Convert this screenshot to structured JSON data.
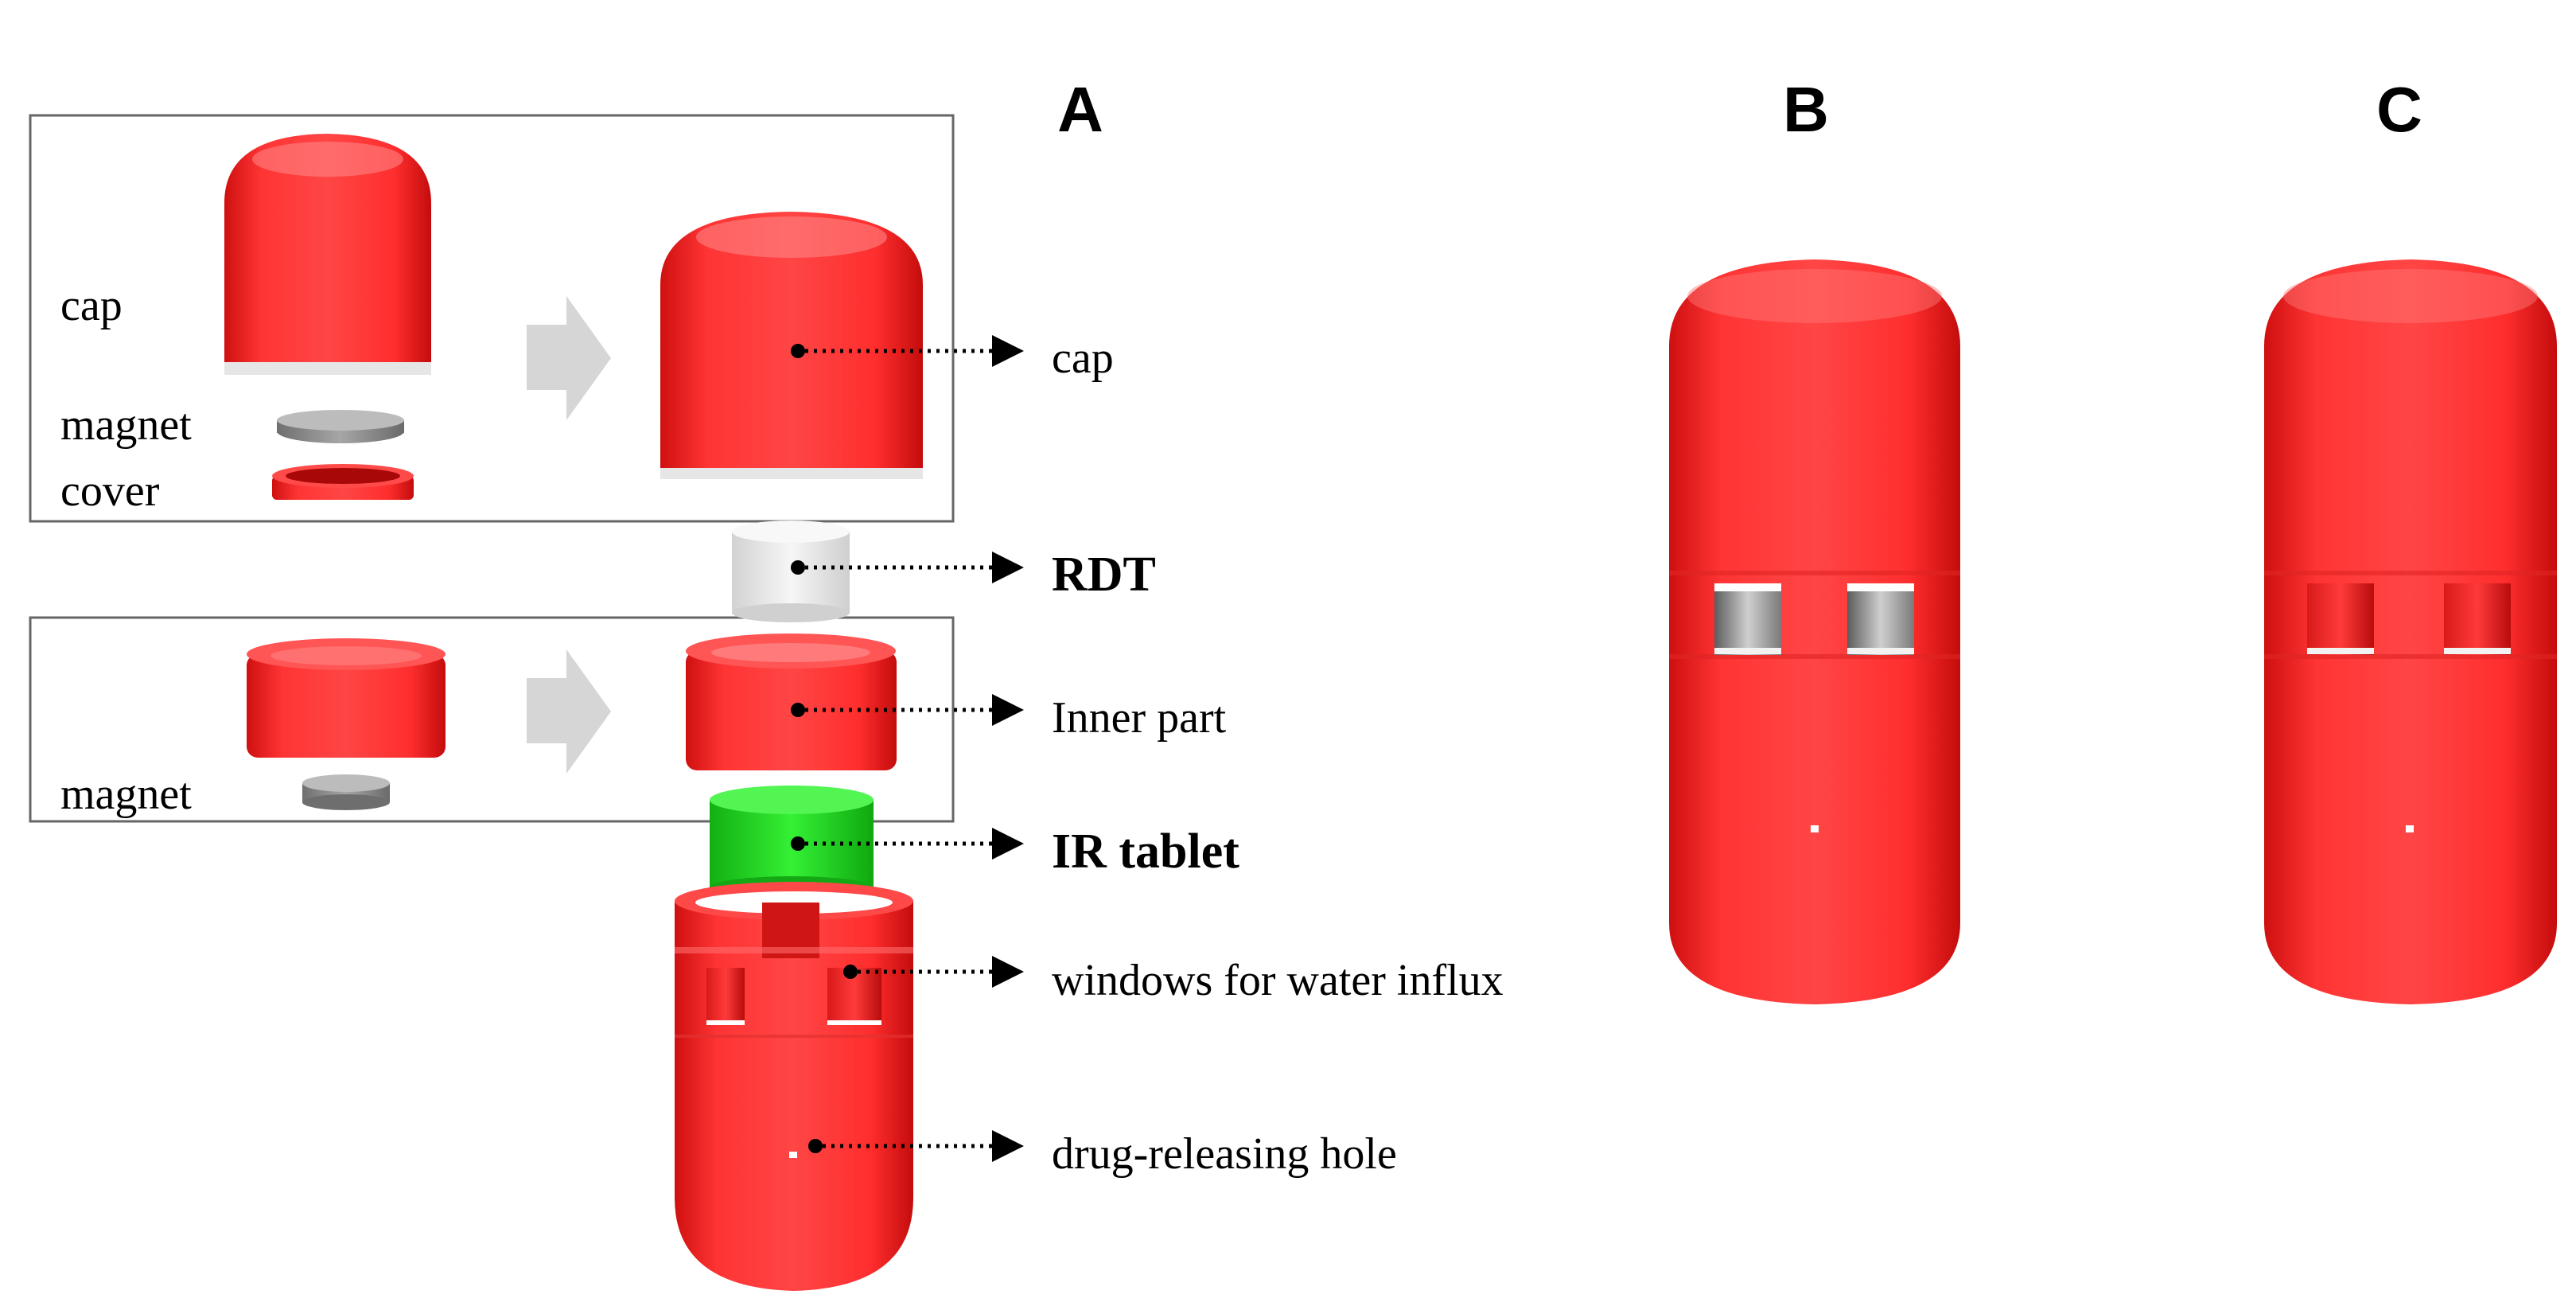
{
  "panels": {
    "a": "A",
    "b": "B",
    "c": "C"
  },
  "left_labels": {
    "cap": "cap",
    "magnet_top": "magnet",
    "cover": "cover",
    "magnet_bottom": "magnet"
  },
  "callouts": {
    "cap": "cap",
    "rdt": "RDT",
    "inner_part": "Inner part",
    "ir_tablet": "IR tablet",
    "windows": "windows for water influx",
    "hole": "drug-releasing hole"
  },
  "colors": {
    "capsule_red": "#ff2a2a",
    "capsule_dark": "#c80f0f",
    "tablet_green": "#1fd81f",
    "rdt_white": "#ececec",
    "magnet_grey": "#8c8c8c",
    "arrow_grey": "#d6d6d6"
  }
}
